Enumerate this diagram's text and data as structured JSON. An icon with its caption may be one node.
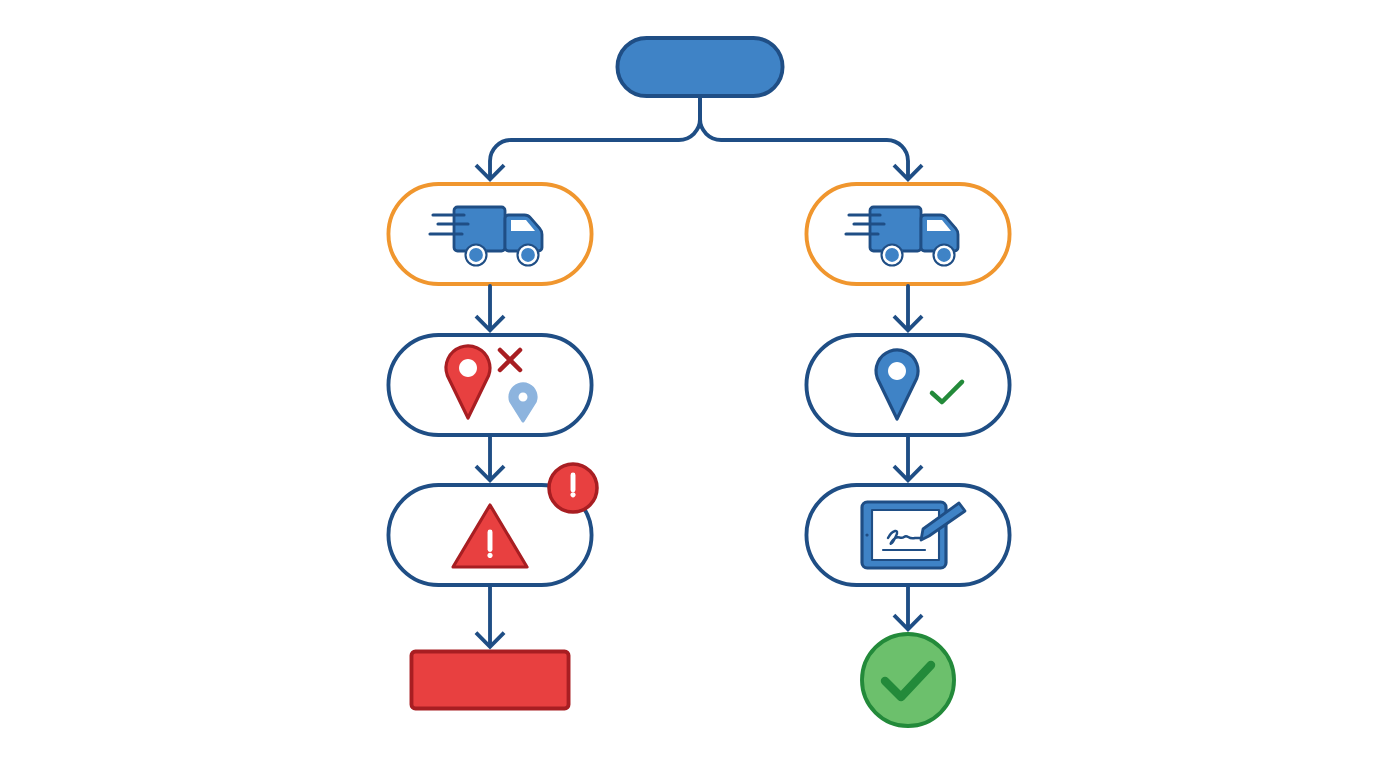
{
  "diagram": {
    "nodes": [
      {
        "text": [],
        "shape": "pill"
      },
      {
        "text": [],
        "shape": "pill"
      },
      {
        "text": [],
        "shape": "pill"
      },
      {
        "text": [],
        "shape": "pill"
      },
      {
        "text": [],
        "shape": "pill"
      },
      {
        "text": [],
        "shape": "pill"
      },
      {
        "text": [],
        "shape": "pill"
      },
      {
        "text": [],
        "shape": "box"
      },
      {
        "text": [],
        "shape": "circle"
      }
    ],
    "edges": [
      {
        "from": 0,
        "to": 1,
        "arrow": "to"
      },
      {
        "from": 0,
        "to": 2,
        "arrow": "to"
      },
      {
        "from": 1,
        "to": 3,
        "arrow": "to"
      },
      {
        "from": 2,
        "to": 4,
        "arrow": "to"
      },
      {
        "from": 3,
        "to": 5,
        "arrow": "to"
      },
      {
        "from": 4,
        "to": 6,
        "arrow": "to"
      },
      {
        "from": 5,
        "to": 7,
        "arrow": "to"
      },
      {
        "from": 6,
        "to": 8,
        "arrow": "to"
      }
    ]
  }
}
